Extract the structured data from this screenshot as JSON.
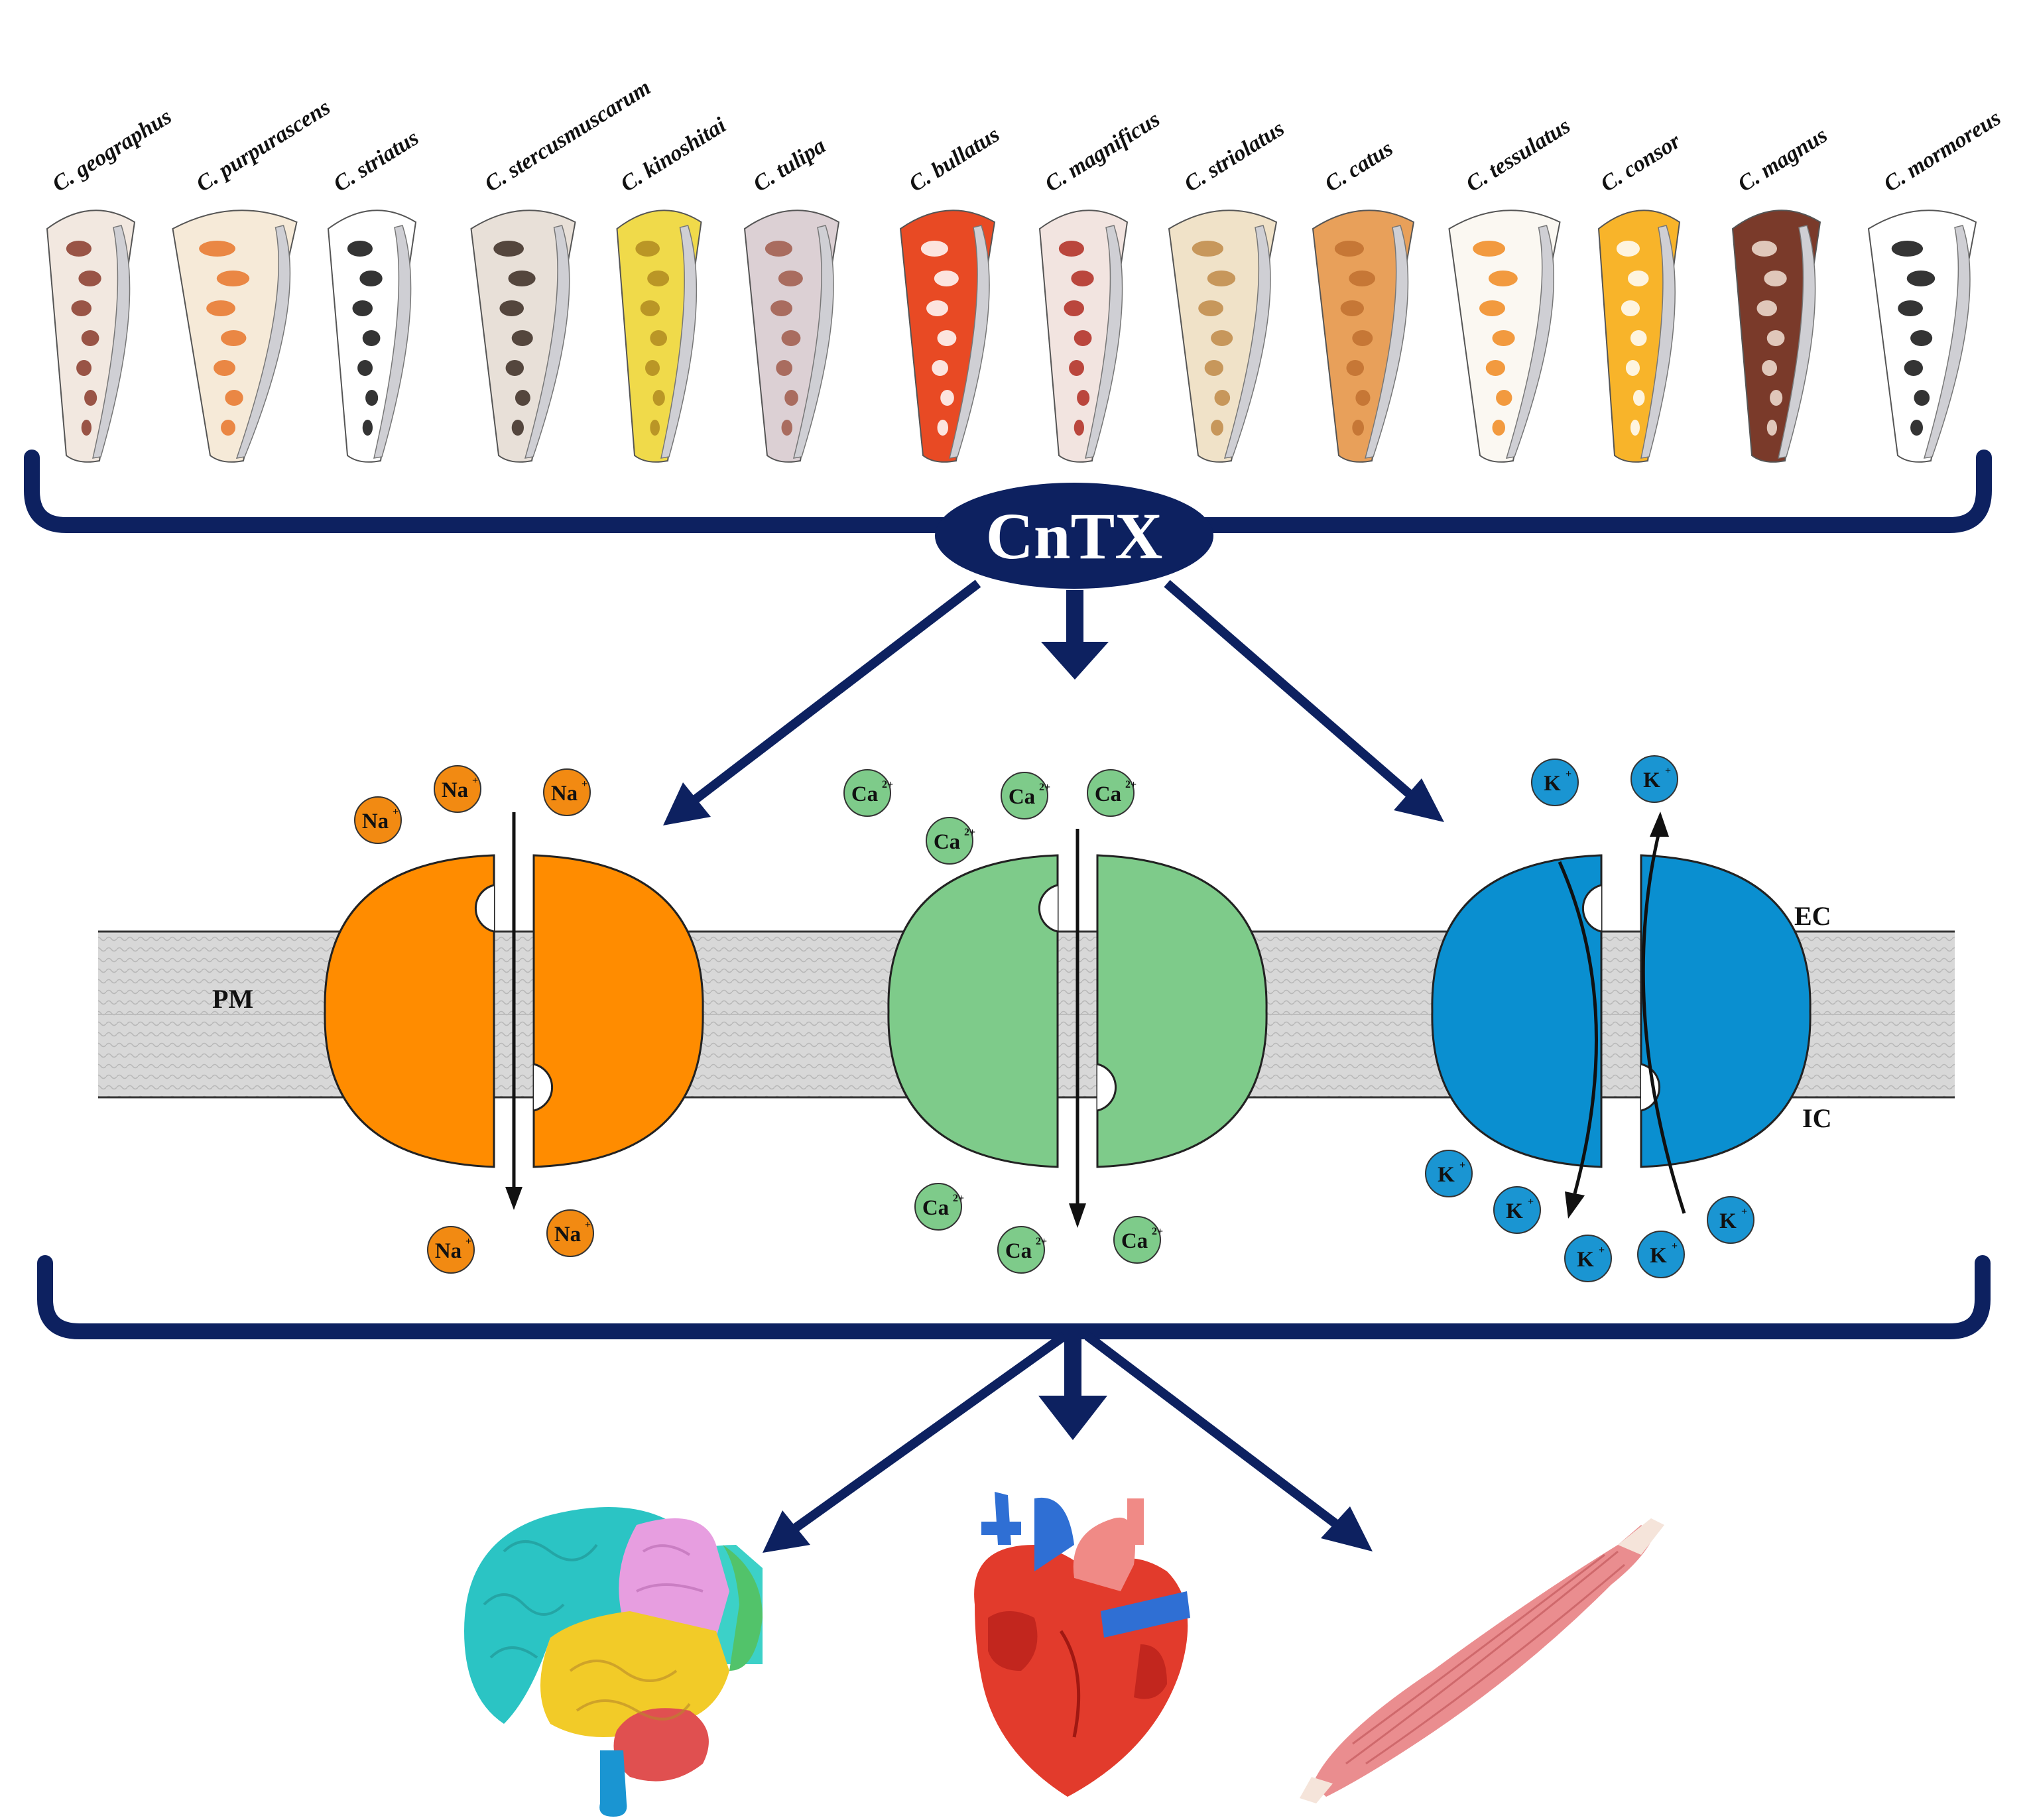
{
  "title": "CnTX",
  "species": [
    {
      "label": "C. geographus",
      "colors": [
        "#f2e8e0",
        "#8a3a2a"
      ]
    },
    {
      "label": "C. purpurascens",
      "colors": [
        "#f6ead8",
        "#e8752a"
      ]
    },
    {
      "label": "C. striatus",
      "colors": [
        "#ffffff",
        "#111111"
      ]
    },
    {
      "label": "C. stercusmuscarum",
      "colors": [
        "#e8e0d8",
        "#3a2a22"
      ]
    },
    {
      "label": "C. kinoshitai",
      "colors": [
        "#f0da4a",
        "#b08a20"
      ]
    },
    {
      "label": "C. tulipa",
      "colors": [
        "#dcd0d4",
        "#a05a4a"
      ]
    },
    {
      "label": "C. bullatus",
      "colors": [
        "#e84a24",
        "#ffffff"
      ]
    },
    {
      "label": "C. magnificus",
      "colors": [
        "#f2e4e0",
        "#b02a20"
      ]
    },
    {
      "label": "C. striolatus",
      "colors": [
        "#f0e2c8",
        "#c08a48"
      ]
    },
    {
      "label": "C. catus",
      "colors": [
        "#e8a05a",
        "#c07030"
      ]
    },
    {
      "label": "C. tessulatus",
      "colors": [
        "#fbf8f2",
        "#f08a20"
      ]
    },
    {
      "label": "C. consor",
      "colors": [
        "#f8b42a",
        "#ffffff"
      ]
    },
    {
      "label": "C. magnus",
      "colors": [
        "#7a3a2a",
        "#f2e0d4"
      ]
    },
    {
      "label": "C. mormoreus",
      "colors": [
        "#ffffff",
        "#111111"
      ]
    }
  ],
  "membrane": {
    "pm": "PM",
    "ec": "EC",
    "ic": "IC"
  },
  "channels": [
    {
      "name": "sodium",
      "color": "#ff8c00",
      "ions_top": [
        {
          "t": "Na",
          "s": "+"
        },
        {
          "t": "Na",
          "s": "+"
        },
        {
          "t": "Na",
          "s": "+"
        }
      ],
      "ions_bottom": [
        {
          "t": "Na",
          "s": "+"
        },
        {
          "t": "Na",
          "s": "+"
        }
      ]
    },
    {
      "name": "calcium",
      "color": "#7ecb8a",
      "ions_top": [
        {
          "t": "Ca",
          "s": "2+"
        },
        {
          "t": "Ca",
          "s": "2+"
        },
        {
          "t": "Ca",
          "s": "2+"
        },
        {
          "t": "Ca",
          "s": "2+"
        }
      ],
      "ions_bottom": [
        {
          "t": "Ca",
          "s": "2+"
        },
        {
          "t": "Ca",
          "s": "2+"
        },
        {
          "t": "Ca",
          "s": "2+"
        }
      ]
    },
    {
      "name": "potassium",
      "color": "#0a8fd0",
      "ions_top": [
        {
          "t": "K",
          "s": "+"
        },
        {
          "t": "K",
          "s": "+"
        }
      ],
      "ions_bottom": [
        {
          "t": "K",
          "s": "+"
        },
        {
          "t": "K",
          "s": "+"
        },
        {
          "t": "K",
          "s": "+"
        },
        {
          "t": "K",
          "s": "+"
        },
        {
          "t": "K",
          "s": "+"
        }
      ]
    }
  ],
  "organs": [
    "brain",
    "heart",
    "muscle"
  ],
  "colors": {
    "navy": "#0d2160",
    "membrane": "#d4d4d4",
    "ion_sodium": "#f28a12",
    "ion_calcium": "#7ecb8a",
    "ion_potassium": "#1a95d2"
  }
}
